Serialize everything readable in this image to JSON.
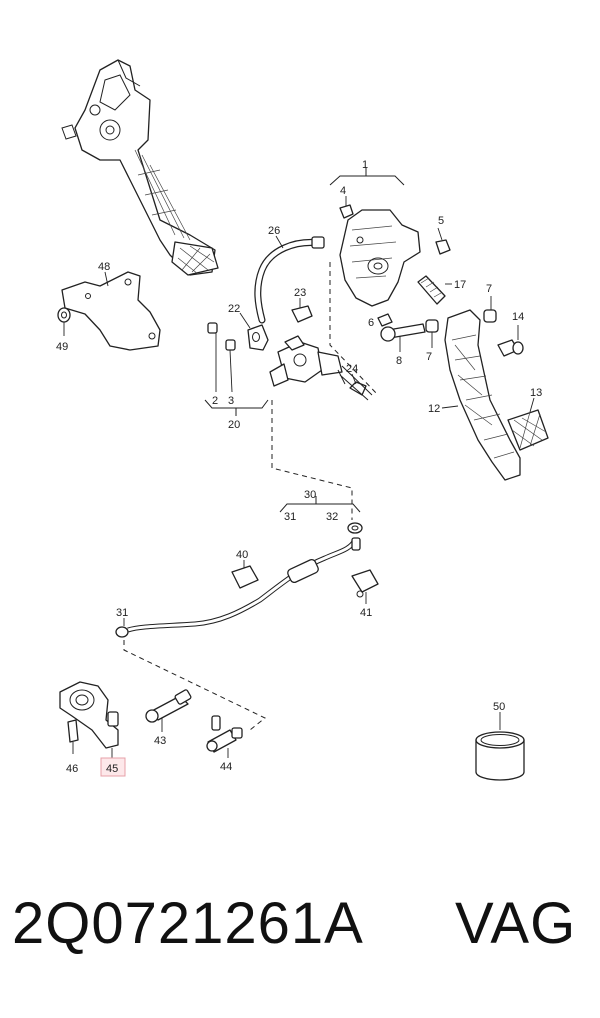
{
  "callouts": {
    "c1": "1",
    "c2": "2",
    "c3": "3",
    "c4": "4",
    "c5": "5",
    "c6": "6",
    "c7a": "7",
    "c7b": "7",
    "c8": "8",
    "c12": "12",
    "c13": "13",
    "c14": "14",
    "c17": "17",
    "c20": "20",
    "c22": "22",
    "c23": "23",
    "c24": "24",
    "c26": "26",
    "c30": "30",
    "c31a": "31",
    "c31b": "31",
    "c32": "32",
    "c40": "40",
    "c41": "41",
    "c43": "43",
    "c44": "44",
    "c45": "45",
    "c46": "46",
    "c48": "48",
    "c49": "49",
    "c50": "50"
  },
  "highlighted_callout": "45",
  "footer": {
    "part_number": "2Q0721261A",
    "brand": "VAG"
  }
}
